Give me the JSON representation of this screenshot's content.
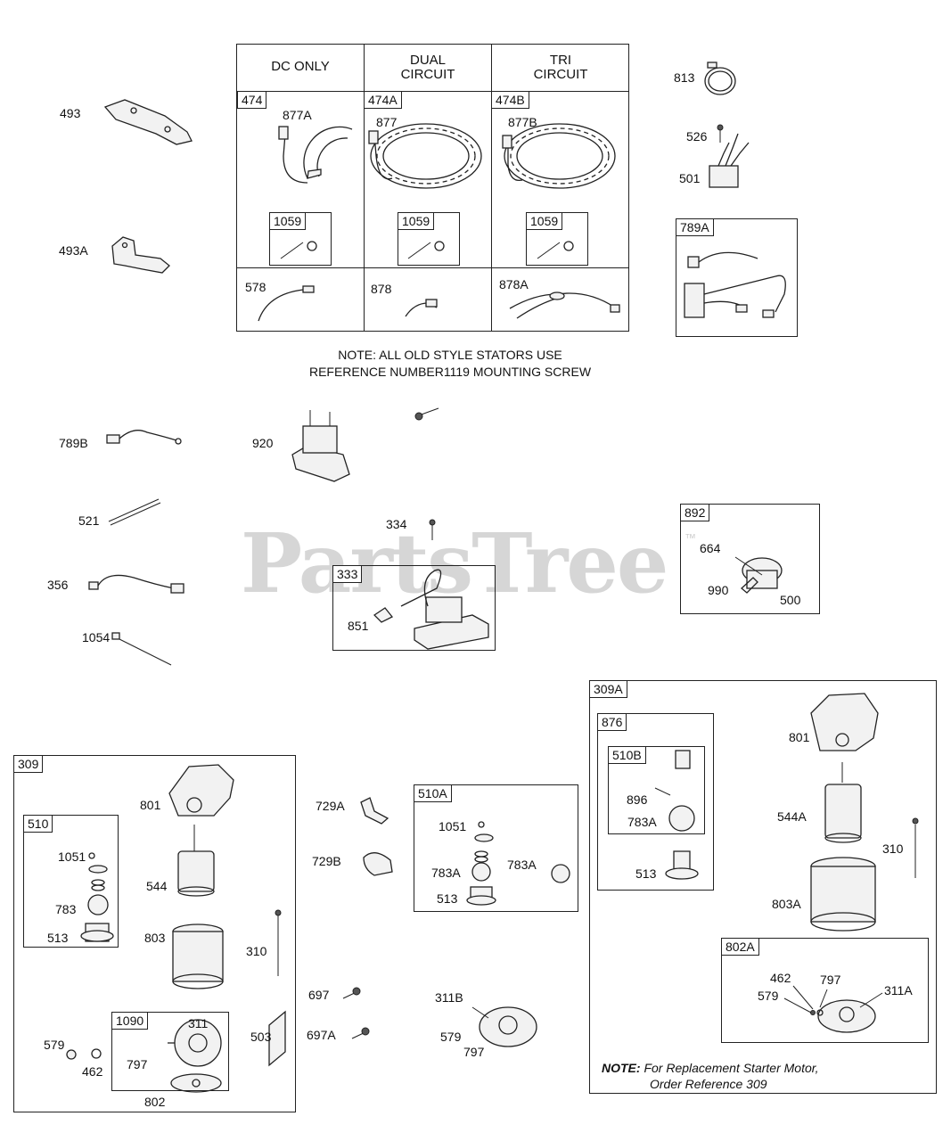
{
  "watermark": {
    "brand": "PartsTree",
    "trademark": "™"
  },
  "stator_table": {
    "headers": [
      "DC ONLY",
      "DUAL\nCIRCUIT",
      "TRI\nCIRCUIT"
    ],
    "kits": [
      "474",
      "474A",
      "474B"
    ],
    "stators": [
      "877A",
      "877",
      "877B"
    ],
    "subkit": [
      "1059",
      "1059",
      "1059"
    ],
    "wires": [
      "578",
      "878",
      "878A"
    ]
  },
  "note": [
    "NOTE: ALL OLD STYLE STATORS USE",
    "REFERENCE NUMBER1119 MOUNTING SCREW"
  ],
  "boxes": {
    "b789A": "789A",
    "b892": "892",
    "b333": "333",
    "b309": "309",
    "b510": "510",
    "b1090": "1090",
    "b510A": "510A",
    "b309A": "309A",
    "b876": "876",
    "b510B": "510B",
    "b802A": "802A"
  },
  "parts": {
    "p493": "493",
    "p493A": "493A",
    "p813": "813",
    "p526": "526",
    "p501": "501",
    "p789B": "789B",
    "p920": "920",
    "p521": "521",
    "p334": "334",
    "p356": "356",
    "p1054": "1054",
    "p851": "851",
    "p664": "664",
    "p990": "990",
    "p500": "500",
    "s309_801": "801",
    "s309_1051": "1051",
    "s309_544": "544",
    "s309_783": "783",
    "s309_513": "513",
    "s309_803": "803",
    "s309_310": "310",
    "s309_311": "311",
    "s309_579": "579",
    "s309_462": "462",
    "s309_797": "797",
    "s309_503": "503",
    "s309_802": "802",
    "p729A": "729A",
    "p729B": "729B",
    "p697": "697",
    "p697A": "697A",
    "a_1051": "1051",
    "a_783A_1": "783A",
    "a_783A_2": "783A",
    "a_513": "513",
    "p311B": "311B",
    "p579b": "579",
    "p797b": "797",
    "s309A_801": "801",
    "s309A_896": "896",
    "s309A_783A": "783A",
    "s309A_544A": "544A",
    "s309A_310": "310",
    "s309A_513": "513",
    "s309A_803A": "803A",
    "s309A_462": "462",
    "s309A_797": "797",
    "s309A_579": "579",
    "s309A_311A": "311A"
  },
  "footnote": {
    "bold": "NOTE:",
    "line1": "For Replacement Starter Motor,",
    "line2": "Order Reference 309"
  }
}
